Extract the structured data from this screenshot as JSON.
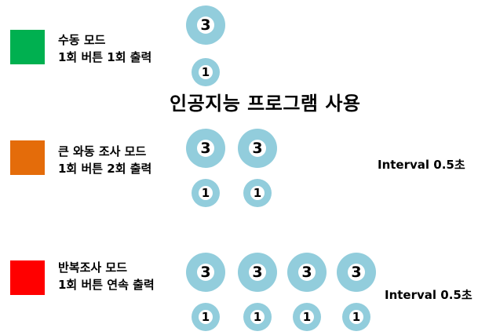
{
  "title": "인공지능 프로그램 사용",
  "colors": {
    "manual": "#00b050",
    "semi_auto": "#e46c0a",
    "repeat": "#ff0000",
    "circle_ring": "#92cddc",
    "circle_inner": "#ffffff"
  },
  "modes": [
    {
      "line1": "수동 모드",
      "line2": "1회 버튼 1회 출력"
    },
    {
      "line1": "큰 와동 조사 모드",
      "line2": "1회 버튼 2회 출력"
    },
    {
      "line1": "반복조사 모드",
      "line2": "1회 버튼 연속 출력"
    }
  ],
  "intervals": [
    "Interval 0.5초",
    "Interval 0.5초"
  ],
  "circle_labels": {
    "large": "3",
    "small": "1"
  }
}
